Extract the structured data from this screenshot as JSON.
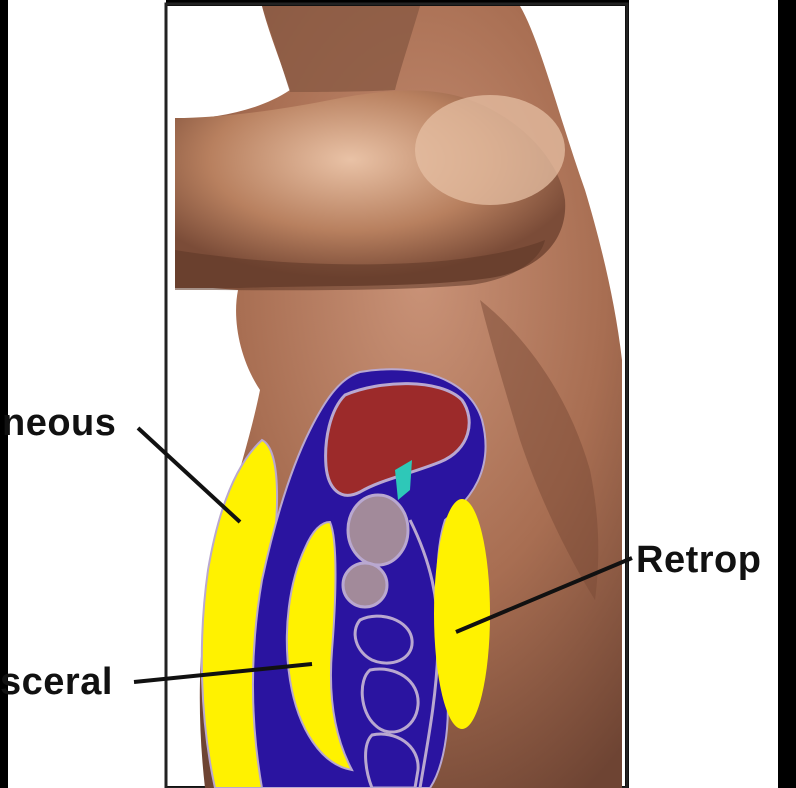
{
  "labels": {
    "subcutaneous": "neous",
    "visceral": "sceral",
    "retroperitoneal": "Retrop"
  },
  "colors": {
    "background": "#000000",
    "panel": "#ffffff",
    "skin": "#b07a5c",
    "abdominal_cavity": "#2a14a0",
    "fat": "#fff200",
    "liver": "#9c2a2a",
    "organ_outline": "#b9a8d0",
    "organ_fill": "#a28a9a",
    "vessel": "#2ec8b8"
  },
  "icons": [
    "torso-illustration",
    "pointer-arrow"
  ]
}
